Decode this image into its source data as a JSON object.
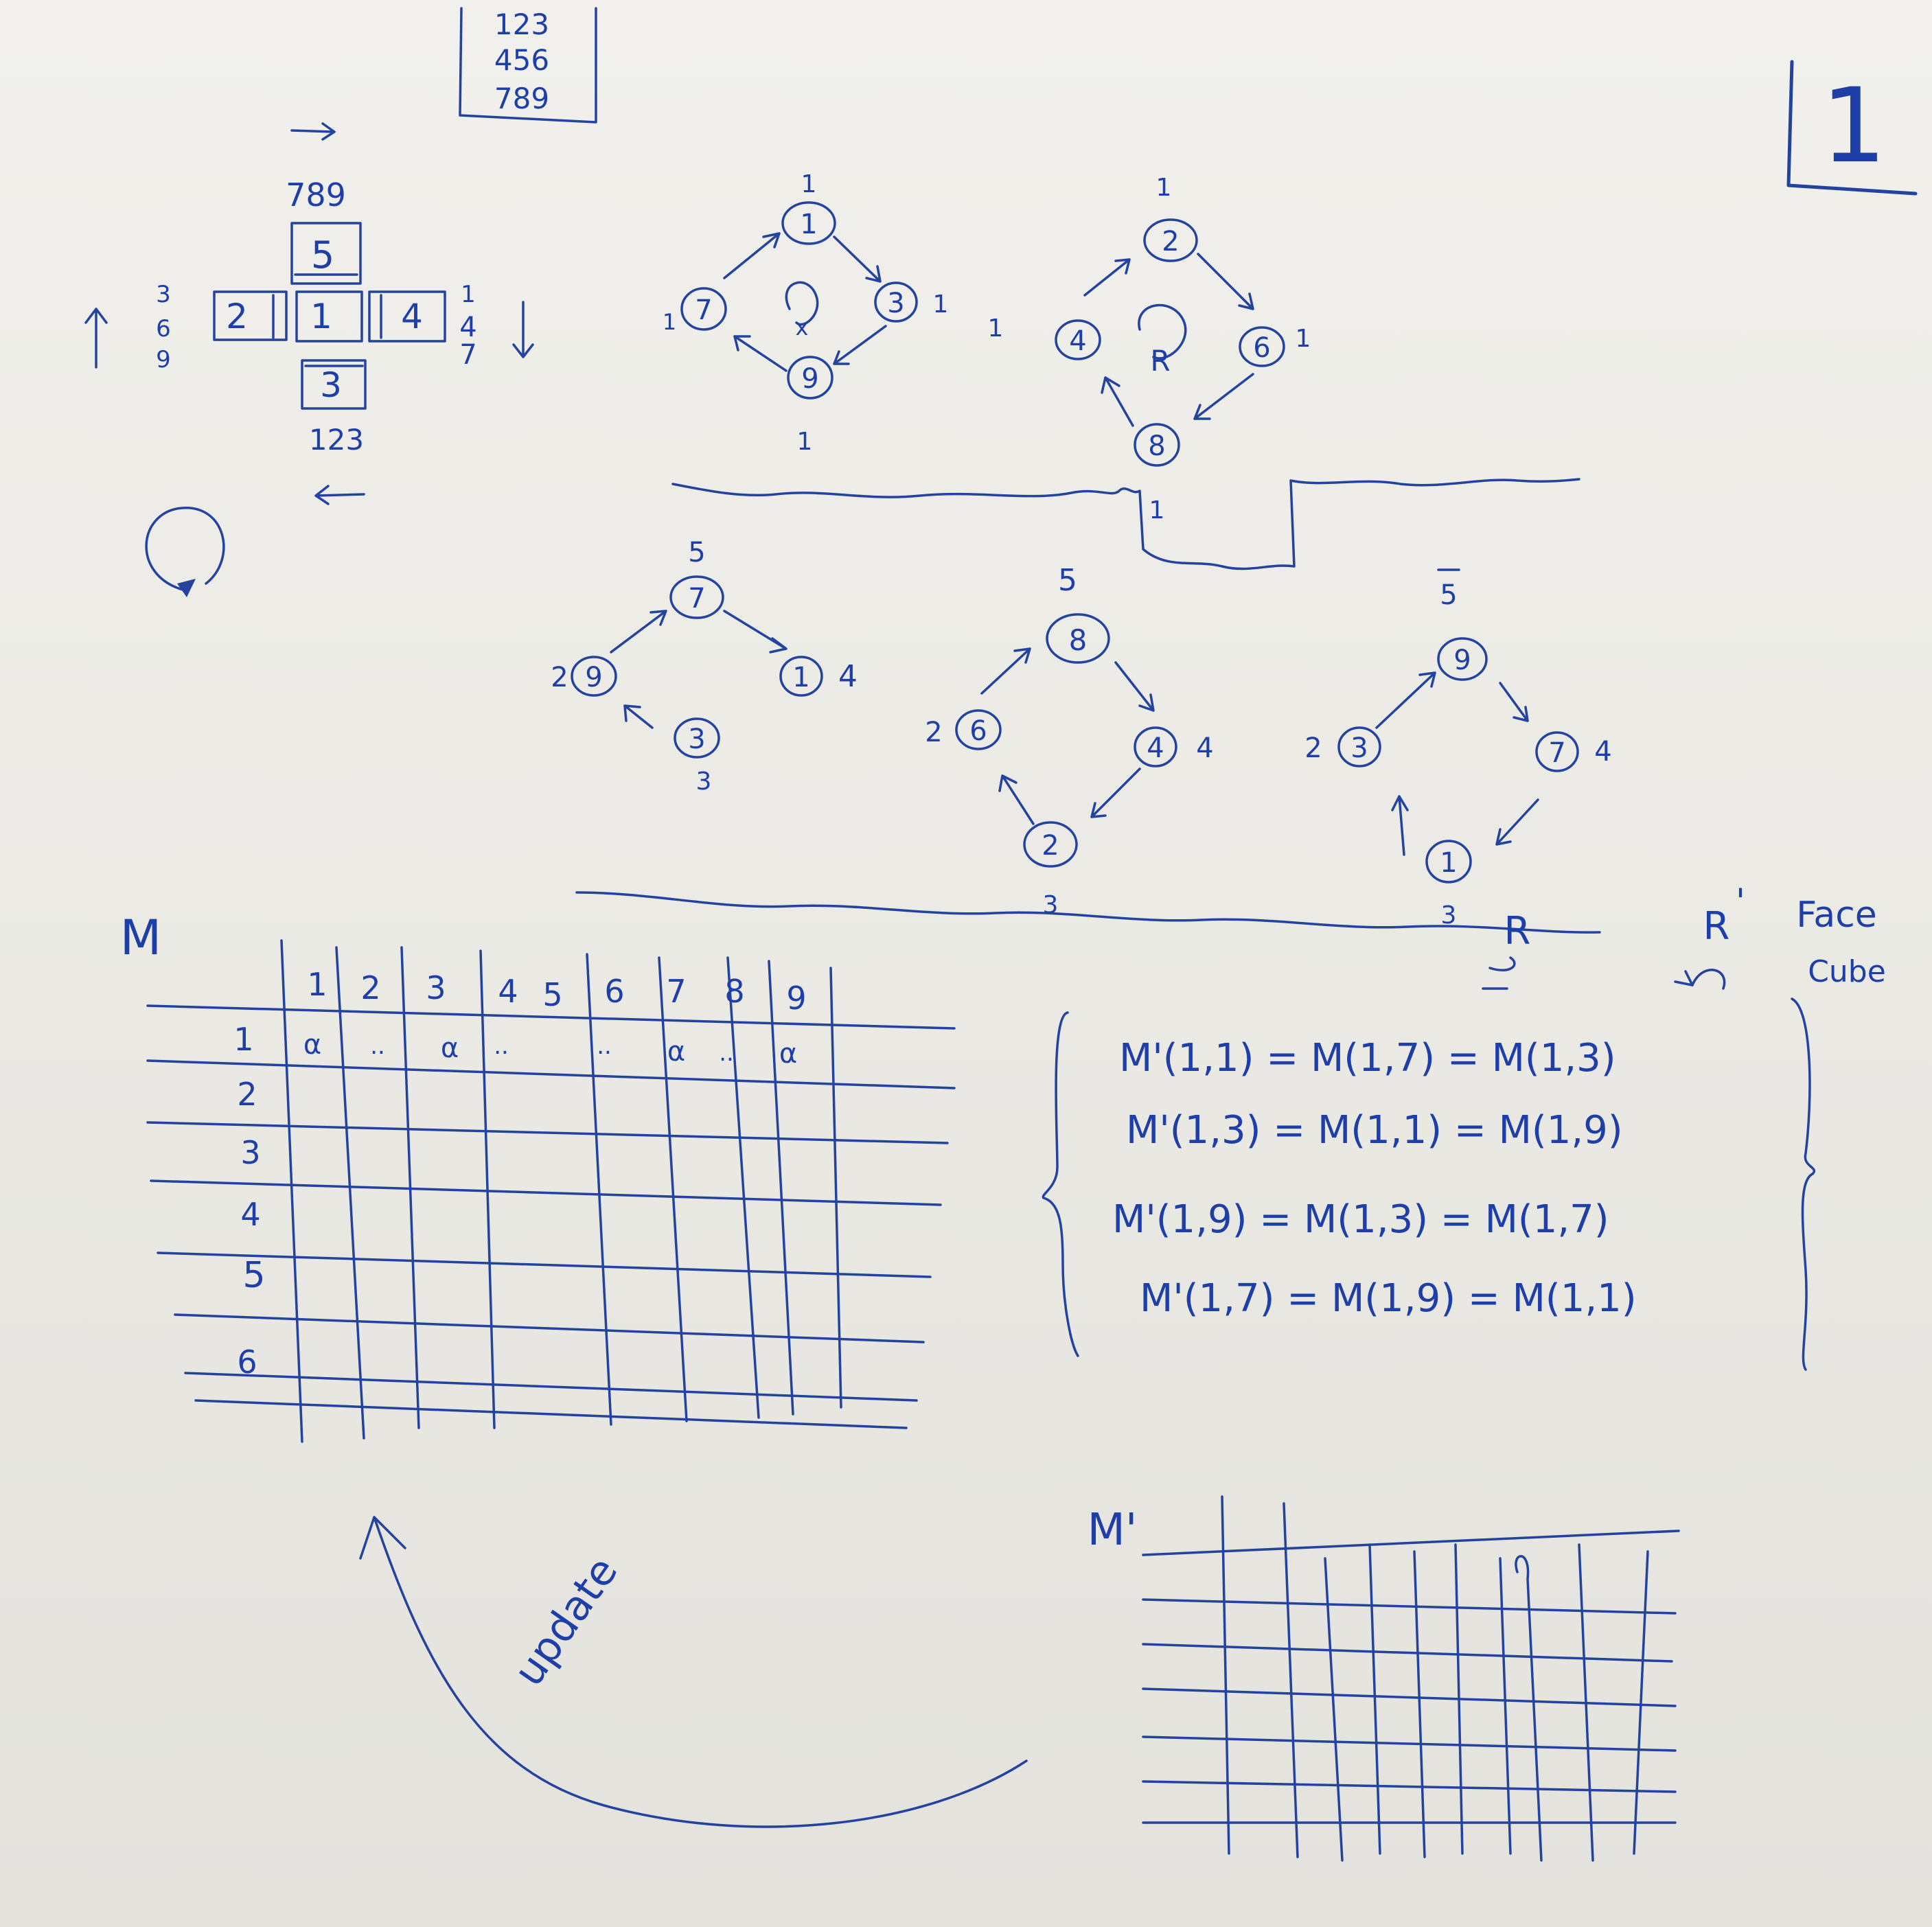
{
  "page": {
    "number": "1",
    "ink_color": "#23439f",
    "paper_color": "#ecebe6"
  },
  "reference_grid": {
    "rows": [
      "123",
      "456",
      "789"
    ]
  },
  "cube_net": {
    "faces": {
      "top": "5",
      "left": "2",
      "center": "1",
      "right": "4",
      "bottom": "3"
    },
    "top_edge": "789",
    "bottom_edge": "123",
    "left_edge": [
      "3",
      "6",
      "9"
    ],
    "right_edge": [
      "1",
      "4",
      "7"
    ],
    "icons": [
      "arrow-right-icon",
      "arrow-left-icon",
      "arrow-up-icon",
      "arrow-down-icon",
      "rotation-circle-icon"
    ]
  },
  "rotation_diagrams": [
    {
      "id": "d1",
      "nodes": {
        "top": "1",
        "right": "3",
        "bottom": "9",
        "left": "7"
      },
      "outer": {
        "top": "1",
        "right": "1",
        "bottom": "1",
        "left": "1"
      },
      "center_mark": "x"
    },
    {
      "id": "d2",
      "nodes": {
        "top": "2",
        "right": "6",
        "bottom": "8",
        "left": "4"
      },
      "outer": {
        "top": "1",
        "right": "1",
        "bottom": "1",
        "left": "1"
      },
      "center_mark": "R"
    },
    {
      "id": "d3",
      "nodes": {
        "top": "7",
        "right": "1",
        "bottom": "3",
        "left": "9"
      },
      "outer": {
        "top": "5",
        "right": "4",
        "bottom": "3",
        "left": "2"
      },
      "center_mark": ""
    },
    {
      "id": "d4",
      "nodes": {
        "top": "8",
        "right": "4",
        "bottom": "2",
        "left": "6"
      },
      "outer": {
        "top": "5",
        "right": "4",
        "bottom": "3",
        "left": "2"
      },
      "center_mark": ""
    },
    {
      "id": "d5",
      "nodes": {
        "top": "9",
        "right": "7",
        "bottom": "1",
        "left": "3"
      },
      "outer": {
        "top": "5",
        "right": "4",
        "bottom": "3",
        "left": "2"
      },
      "center_mark": ""
    }
  ],
  "labels": {
    "r": "R",
    "r_prime": "R",
    "face": "Face",
    "face_sub": "Cube",
    "prime": "'"
  },
  "matrix_m": {
    "label": "M",
    "columns": [
      "1",
      "2",
      "3",
      "4",
      "5",
      "6",
      "7",
      "8",
      "9"
    ],
    "rows": [
      "1",
      "2",
      "3",
      "4",
      "5",
      "6"
    ],
    "row1_cells": [
      "α",
      "..",
      "α",
      "..",
      "",
      "..",
      "α",
      "..",
      "α"
    ]
  },
  "equations": [
    "M'(1,1) = M(1,7) = M(1,3)",
    "M'(1,3) = M(1,1) = M(1,9)",
    "M'(1,9) = M(1,3) = M(1,7)",
    "M'(1,7) = M(1,9) = M(1,1)"
  ],
  "matrix_m_prime": {
    "label": "M'"
  },
  "update_label": "update"
}
